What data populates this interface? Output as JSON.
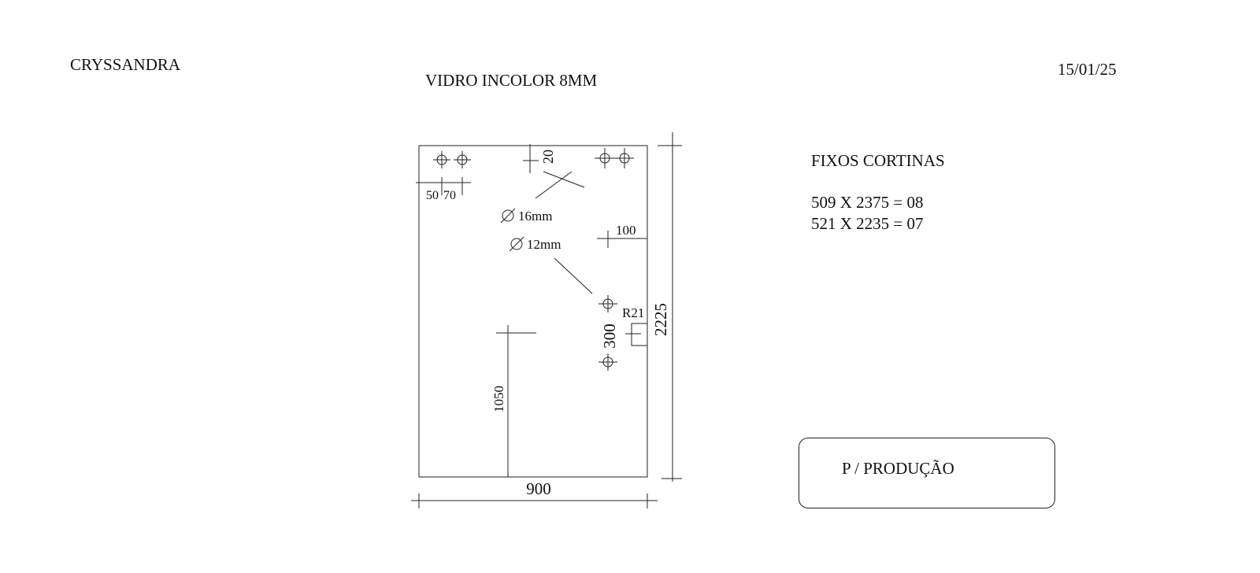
{
  "header": {
    "client": "CRYSSANDRA",
    "material": "VIDRO INCOLOR   8MM",
    "date": "15/01/25"
  },
  "drawing": {
    "dim_width": "900",
    "dim_height": "2225",
    "dim_top_offset": "20",
    "dim_50": "50",
    "dim_70": "70",
    "hole_16": "16mm",
    "hole_12": "12mm",
    "dim_100": "100",
    "radius": "R21",
    "dim_300": "300",
    "dim_1050": "1050"
  },
  "fixos": {
    "title": "FIXOS CORTINAS",
    "lines": [
      "509 X 2375 = 08",
      "521 X 2235 = 07"
    ]
  },
  "stamp": {
    "label": "P / PRODUÇÃO"
  }
}
